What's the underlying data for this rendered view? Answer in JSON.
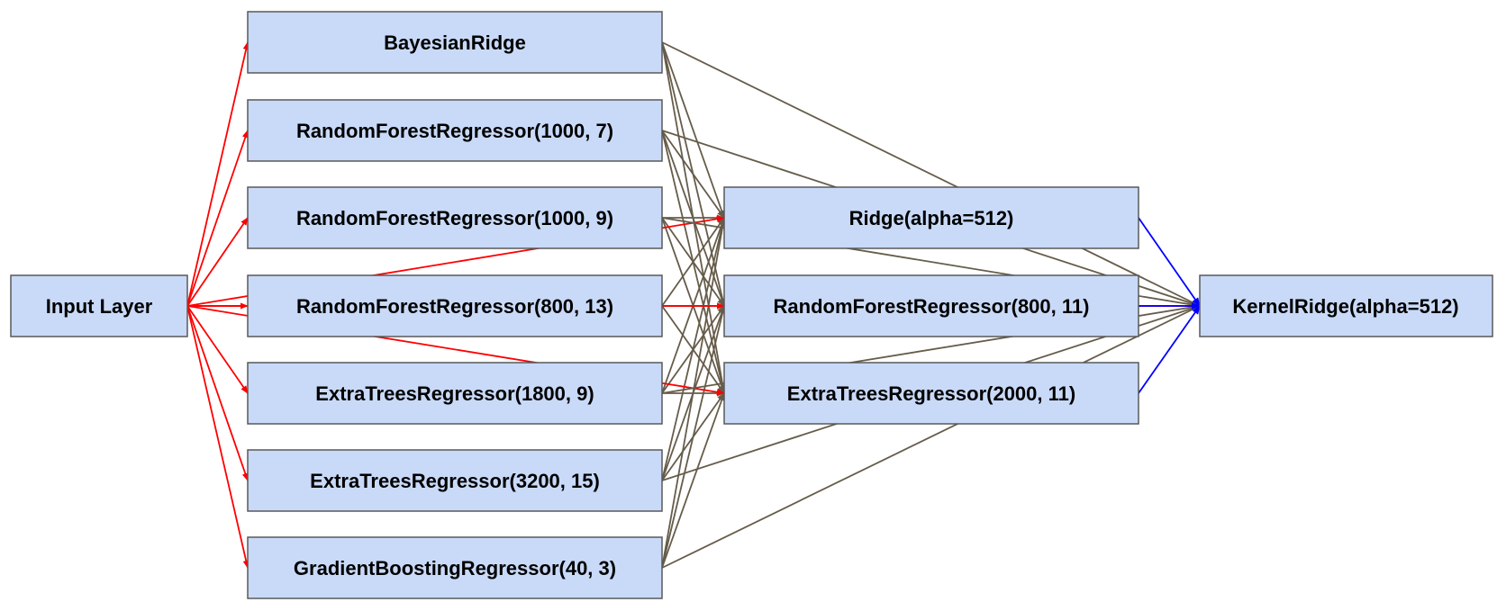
{
  "colors": {
    "node_fill": "#c9daf8",
    "node_border": "#595959",
    "edge_passthrough": "#ff0000",
    "edge_prediction": "#665c4a",
    "edge_final": "#0000ff"
  },
  "nodes": {
    "input": {
      "label": "Input Layer"
    },
    "l1": [
      {
        "label": "BayesianRidge"
      },
      {
        "label": "RandomForestRegressor(1000, 7)"
      },
      {
        "label": "RandomForestRegressor(1000, 9)"
      },
      {
        "label": "RandomForestRegressor(800, 13)"
      },
      {
        "label": "ExtraTreesRegressor(1800, 9)"
      },
      {
        "label": "ExtraTreesRegressor(3200, 15)"
      },
      {
        "label": "GradientBoostingRegressor(40, 3)"
      }
    ],
    "l2": [
      {
        "label": "Ridge(alpha=512)"
      },
      {
        "label": "RandomForestRegressor(800, 11)"
      },
      {
        "label": "ExtraTreesRegressor(2000, 11)"
      }
    ],
    "output": {
      "label": "KernelRidge(alpha=512)"
    }
  }
}
